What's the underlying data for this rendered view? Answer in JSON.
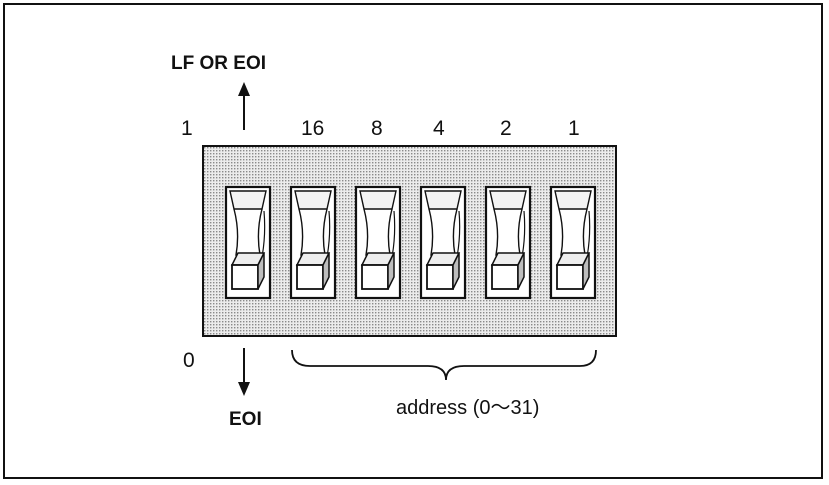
{
  "labels": {
    "top_function": "LF OR EOI",
    "bottom_function": "EOI",
    "upper_value": "1",
    "lower_value": "0",
    "address_caption": "address (0～31)"
  },
  "switch_weights": [
    "16",
    "8",
    "4",
    "2",
    "1"
  ],
  "switch_count": 6,
  "colors": {
    "ink": "#111111",
    "panel": "#dcdcdc",
    "background": "#ffffff"
  }
}
